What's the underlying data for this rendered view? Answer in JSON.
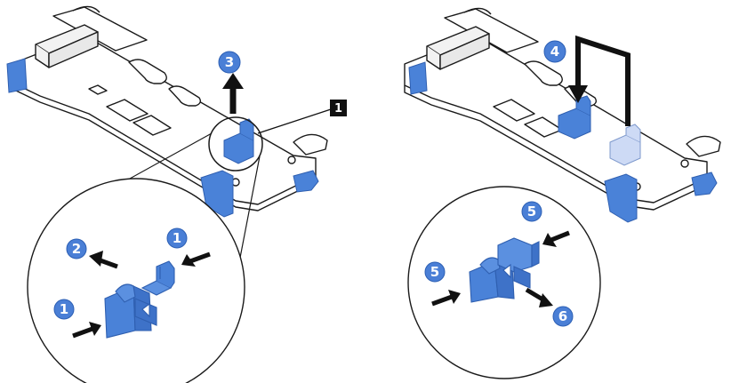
{
  "colors": {
    "blue": "#4a82d8",
    "blue_dark": "#2f5fb0",
    "callout": "#4a7fd6",
    "line": "#1a1a1a",
    "plate": "#ffffff",
    "black": "#111111"
  },
  "left_figure": {
    "label_box": "1",
    "callout_lift": "3",
    "zoom": {
      "callouts": [
        "1",
        "2",
        "1"
      ]
    }
  },
  "right_figure": {
    "callout_lower": "4",
    "zoom": {
      "callouts": [
        "5",
        "5",
        "6"
      ]
    }
  }
}
